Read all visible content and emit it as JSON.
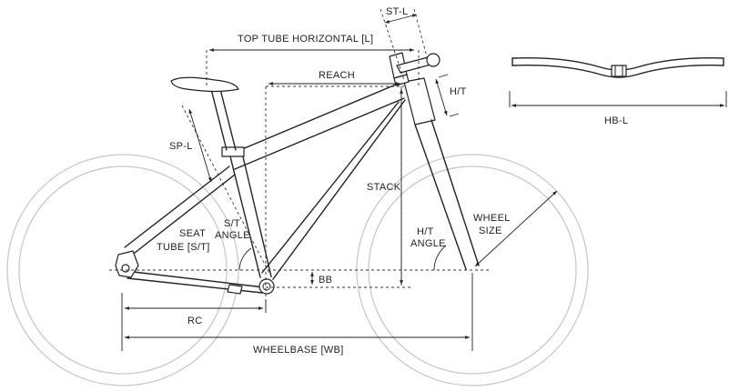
{
  "labels": {
    "top_tube": "TOP TUBE HORIZONTAL [L]",
    "stem_length": "ST-L",
    "reach": "REACH",
    "head_tube": "H/T",
    "handlebar_width": "HB-L",
    "seatpost_length": "SP-L",
    "stack": "STACK",
    "seat_tube_line1": "SEAT",
    "seat_tube_line2": "TUBE [S/T]",
    "seat_angle_line1": "S/T",
    "seat_angle_line2": "ANGLE",
    "head_angle_line1": "H/T",
    "head_angle_line2": "ANGLE",
    "wheel_size_line1": "WHEEL",
    "wheel_size_line2": "SIZE",
    "bottom_bracket": "BB",
    "rear_center": "RC",
    "wheelbase": "WHEELBASE [WB]"
  }
}
